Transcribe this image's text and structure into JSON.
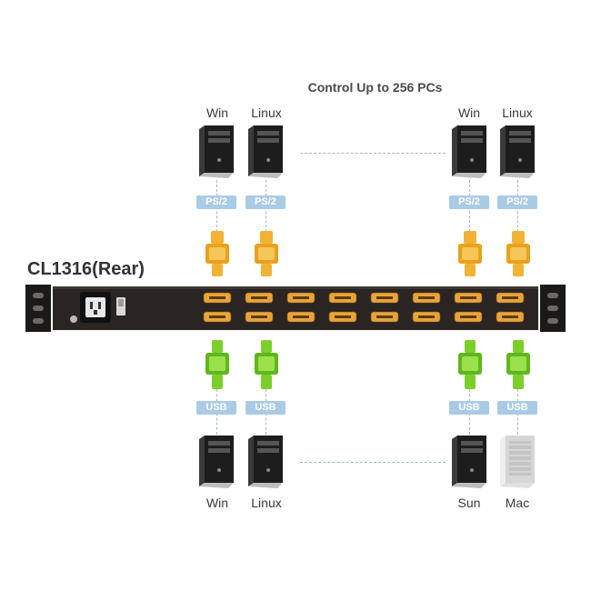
{
  "diagram": {
    "title": "Control Up to 256 PCs",
    "model": "CL1316(Rear)",
    "top_computers": [
      {
        "os": "Win",
        "port": "PS/2"
      },
      {
        "os": "Linux",
        "port": "PS/2"
      },
      {
        "os": "Win",
        "port": "PS/2"
      },
      {
        "os": "Linux",
        "port": "PS/2"
      }
    ],
    "bottom_computers": [
      {
        "os": "Win",
        "port": "USB"
      },
      {
        "os": "Linux",
        "port": "USB"
      },
      {
        "os": "Sun",
        "port": "USB"
      },
      {
        "os": "Mac",
        "port": "USB"
      }
    ],
    "colors": {
      "ps2_connector": "#f2b233",
      "usb_connector": "#7ccf2b",
      "port_tag": "#a9cbe6",
      "rack": "#2a2522"
    }
  }
}
